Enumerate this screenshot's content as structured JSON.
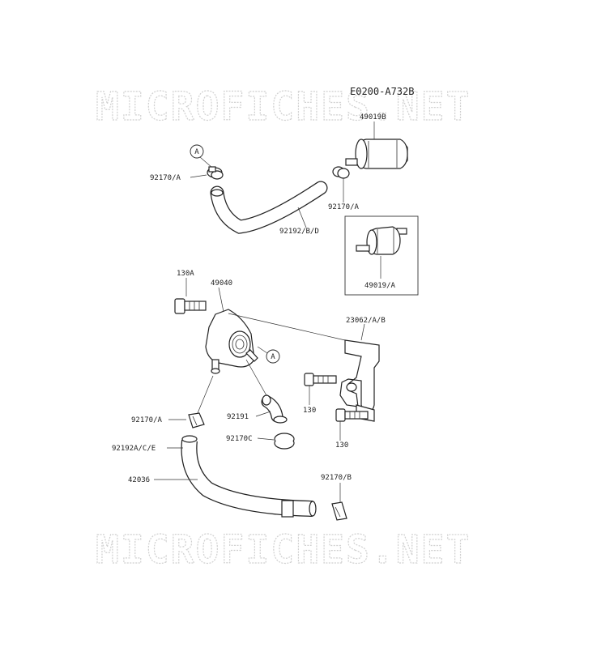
{
  "diagram_code": "E0200-A732B",
  "watermark": "MICROFICHES.NET",
  "ref_a": "A",
  "labels": {
    "p49019b": "49019B",
    "p92170a_1": "92170/A",
    "p92170a_2": "92170/A",
    "p92192bd": "92192/B/D",
    "p49019a": "49019/A",
    "p130a": "130A",
    "p49040": "49040",
    "p23062ab": "23062/A/B",
    "p130_1": "130",
    "p130_2": "130",
    "p92170a_3": "92170/A",
    "p92191": "92191",
    "p92170c": "92170C",
    "p92192ace": "92192A/C/E",
    "p42036": "42036",
    "p92170b": "92170/B"
  }
}
